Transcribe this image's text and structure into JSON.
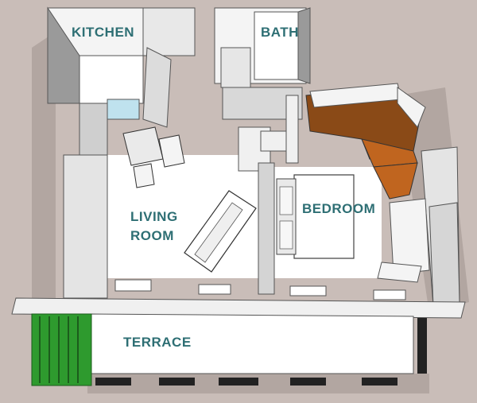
{
  "rooms": {
    "kitchen": "KITCHEN",
    "bath": "BATH",
    "living_line1": "LIVING",
    "living_line2": "ROOM",
    "bedroom": "BEDROOM",
    "terrace": "TERRACE"
  },
  "colors": {
    "background": "#c9bdb8",
    "floor": "#ffffff",
    "wall_top": "#f4f4f4",
    "wall_side": "#9a9a9a",
    "shadow": "#b2a6a1",
    "wood": "#8a4a17",
    "wood_light": "#c0651f",
    "railing": "#2e9a2e",
    "label": "#2e6f74",
    "glass": "#bfe2ee",
    "ink": "#222222"
  }
}
